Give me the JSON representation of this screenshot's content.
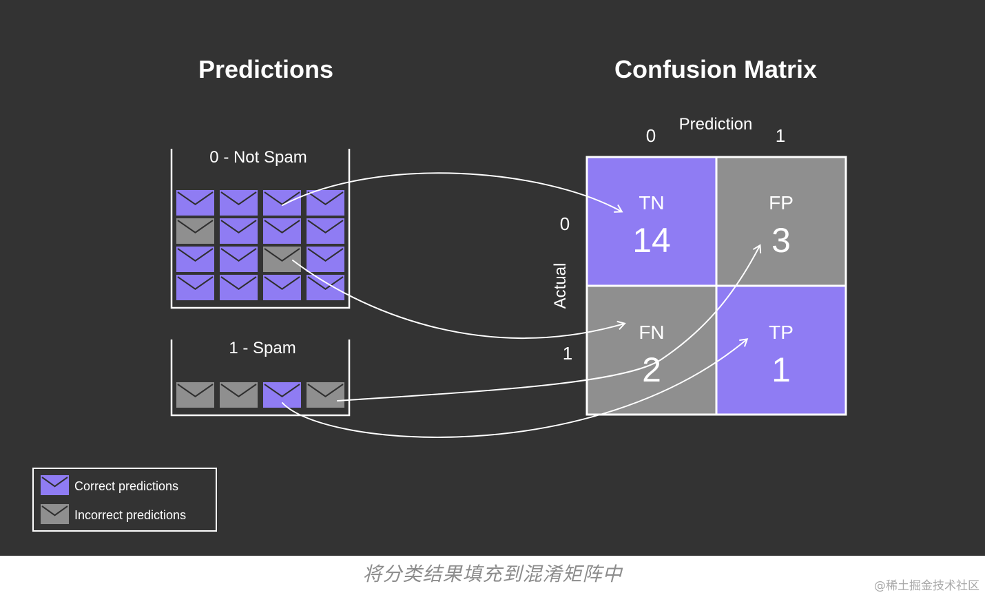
{
  "diagram": {
    "predictions_title": "Predictions",
    "matrix_title": "Confusion Matrix",
    "buckets": [
      {
        "label": "0 - Not Spam",
        "emails": [
          [
            "correct",
            "correct",
            "correct",
            "correct"
          ],
          [
            "incorrect",
            "correct",
            "correct",
            "correct"
          ],
          [
            "correct",
            "correct",
            "incorrect",
            "correct"
          ],
          [
            "correct",
            "correct",
            "correct",
            "correct"
          ]
        ]
      },
      {
        "label": "1 - Spam",
        "emails": [
          [
            "incorrect",
            "incorrect",
            "correct",
            "incorrect"
          ]
        ]
      }
    ],
    "matrix": {
      "prediction_axis_label": "Prediction",
      "actual_axis_label": "Actual",
      "col_ticks": [
        "0",
        "1"
      ],
      "row_ticks": [
        "0",
        "1"
      ],
      "cells": [
        {
          "label": "TN",
          "value": "14",
          "kind": "correct"
        },
        {
          "label": "FP",
          "value": "3",
          "kind": "incorrect"
        },
        {
          "label": "FN",
          "value": "2",
          "kind": "incorrect"
        },
        {
          "label": "TP",
          "value": "1",
          "kind": "correct"
        }
      ]
    },
    "legend": [
      {
        "label": "Correct predictions",
        "kind": "correct"
      },
      {
        "label": "Incorrect predictions",
        "kind": "incorrect"
      }
    ]
  },
  "colors": {
    "background": "#333333",
    "correct": "#8f7cf3",
    "incorrect": "#8f8f8f",
    "line": "#ffffff"
  },
  "caption": "将分类结果填充到混淆矩阵中",
  "watermark": "@稀土掘金技术社区"
}
